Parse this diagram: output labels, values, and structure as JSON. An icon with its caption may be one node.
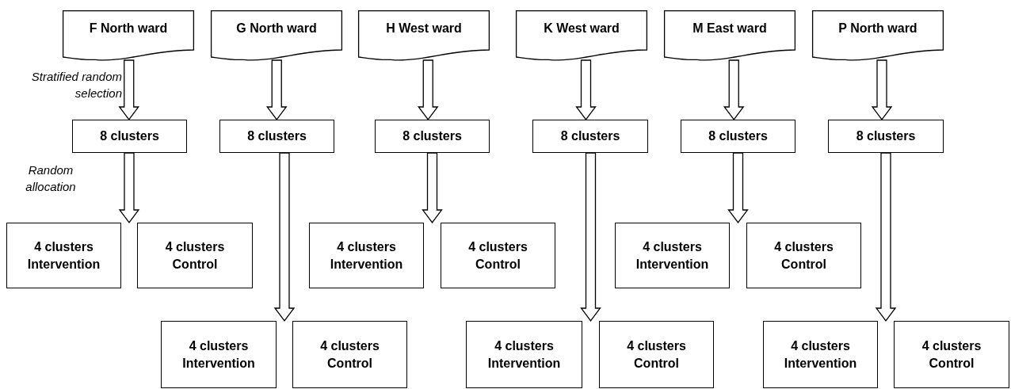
{
  "diagram": {
    "nodes": [
      {
        "text": [
          "F North ward"
        ]
      },
      {
        "text": [
          "G North ward"
        ]
      },
      {
        "text": [
          "H West ward"
        ]
      },
      {
        "text": [
          "K West ward"
        ]
      },
      {
        "text": [
          "M East ward"
        ]
      },
      {
        "text": [
          "P North ward"
        ]
      },
      {
        "text": [
          "8 clusters"
        ]
      },
      {
        "text": [
          "8 clusters"
        ]
      },
      {
        "text": [
          "8 clusters"
        ]
      },
      {
        "text": [
          "8 clusters"
        ]
      },
      {
        "text": [
          "8 clusters"
        ]
      },
      {
        "text": [
          "8 clusters"
        ]
      },
      {
        "text": [
          "4 clusters Intervention"
        ]
      },
      {
        "text": [
          "4 clusters Control"
        ]
      },
      {
        "text": [
          "4 clusters Intervention"
        ]
      },
      {
        "text": [
          "4 clusters Control"
        ]
      },
      {
        "text": [
          "4 clusters Intervention"
        ]
      },
      {
        "text": [
          "4 clusters Control"
        ]
      },
      {
        "text": [
          "4 clusters Intervention"
        ]
      },
      {
        "text": [
          "4 clusters Control"
        ]
      },
      {
        "text": [
          "4 clusters Intervention"
        ]
      },
      {
        "text": [
          "4 clusters Control"
        ]
      },
      {
        "text": [
          "4 clusters Intervention"
        ]
      },
      {
        "text": [
          "4 clusters Control"
        ]
      }
    ],
    "edges": [
      {
        "from": 0,
        "to": 6,
        "arrow": "to"
      },
      {
        "from": 1,
        "to": 7,
        "arrow": "to"
      },
      {
        "from": 2,
        "to": 8,
        "arrow": "to"
      },
      {
        "from": 3,
        "to": 9,
        "arrow": "to"
      },
      {
        "from": 4,
        "to": 10,
        "arrow": "to"
      },
      {
        "from": 5,
        "to": 11,
        "arrow": "to"
      },
      {
        "from": 6,
        "to": 12,
        "arrow": "to"
      },
      {
        "from": 6,
        "to": 13,
        "arrow": "to"
      },
      {
        "from": 7,
        "to": 14,
        "arrow": "to"
      },
      {
        "from": 7,
        "to": 15,
        "arrow": "to"
      },
      {
        "from": 8,
        "to": 16,
        "arrow": "to"
      },
      {
        "from": 8,
        "to": 17,
        "arrow": "to"
      },
      {
        "from": 9,
        "to": 18,
        "arrow": "to"
      },
      {
        "from": 9,
        "to": 19,
        "arrow": "to"
      },
      {
        "from": 10,
        "to": 20,
        "arrow": "to"
      },
      {
        "from": 10,
        "to": 21,
        "arrow": "to"
      },
      {
        "from": 11,
        "to": 22,
        "arrow": "to"
      },
      {
        "from": 11,
        "to": 23,
        "arrow": "to"
      }
    ],
    "labels": [
      "Stratified random selection",
      "Random allocation"
    ]
  }
}
